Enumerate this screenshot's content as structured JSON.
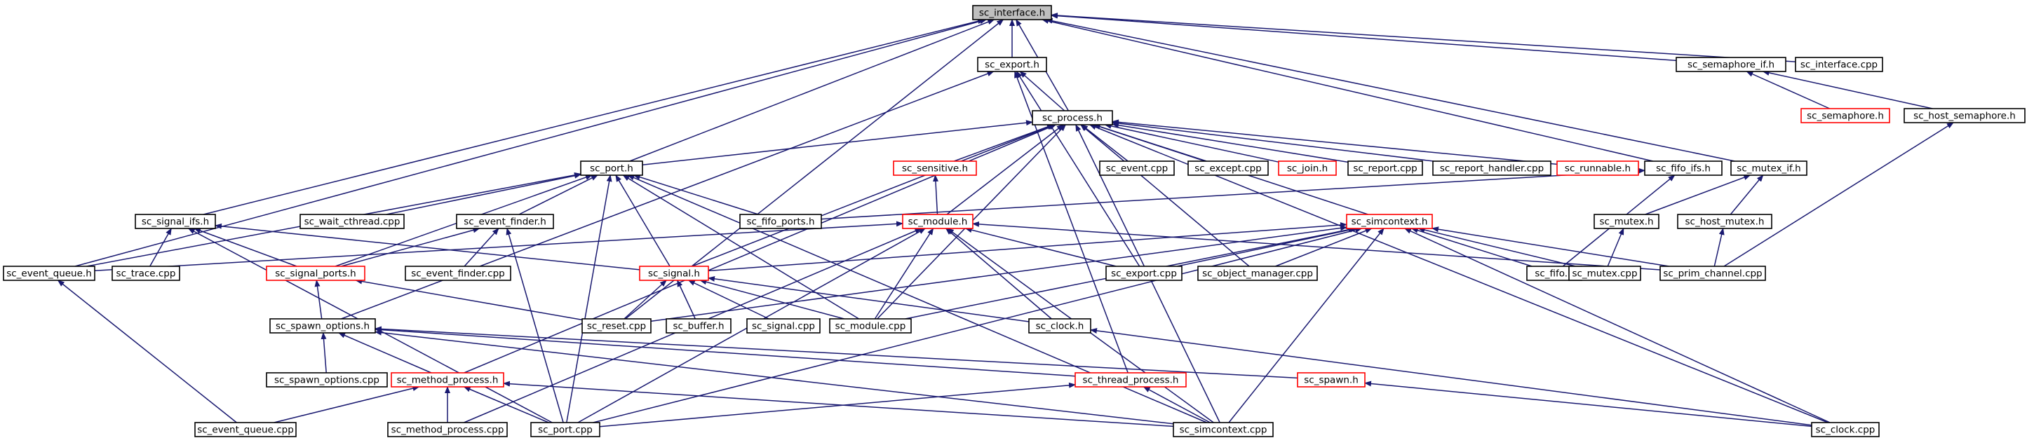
{
  "graph": {
    "root": "sc_interface.h",
    "colors": {
      "edge": "#191970",
      "node_border": "#000000",
      "incomplete_border": "#ff0000",
      "root_fill": "#bfbfbf",
      "background": "#ffffff"
    },
    "nodes": [
      {
        "id": "sc_interface_h",
        "label": "sc_interface.h",
        "style": "root"
      },
      {
        "id": "sc_export_h",
        "label": "sc_export.h",
        "style": "normal"
      },
      {
        "id": "sc_semaphore_if_h",
        "label": "sc_semaphore_if.h",
        "style": "normal"
      },
      {
        "id": "sc_interface_cpp",
        "label": "sc_interface.cpp",
        "style": "normal"
      },
      {
        "id": "sc_process_h",
        "label": "sc_process.h",
        "style": "normal"
      },
      {
        "id": "sc_semaphore_h",
        "label": "sc_semaphore.h",
        "style": "incomplete"
      },
      {
        "id": "sc_host_semaphore_h",
        "label": "sc_host_semaphore.h",
        "style": "normal"
      },
      {
        "id": "sc_port_h",
        "label": "sc_port.h",
        "style": "normal"
      },
      {
        "id": "sc_sensitive_h",
        "label": "sc_sensitive.h",
        "style": "incomplete"
      },
      {
        "id": "sc_event_cpp",
        "label": "sc_event.cpp",
        "style": "normal"
      },
      {
        "id": "sc_except_cpp",
        "label": "sc_except.cpp",
        "style": "normal"
      },
      {
        "id": "sc_join_h",
        "label": "sc_join.h",
        "style": "incomplete"
      },
      {
        "id": "sc_report_cpp",
        "label": "sc_report.cpp",
        "style": "normal"
      },
      {
        "id": "sc_report_handler_cpp",
        "label": "sc_report_handler.cpp",
        "style": "normal"
      },
      {
        "id": "sc_runnable_h",
        "label": "sc_runnable.h",
        "style": "incomplete"
      },
      {
        "id": "sc_fifo_ifs_h",
        "label": "sc_fifo_ifs.h",
        "style": "normal"
      },
      {
        "id": "sc_mutex_if_h",
        "label": "sc_mutex_if.h",
        "style": "normal"
      },
      {
        "id": "sc_signal_ifs_h",
        "label": "sc_signal_ifs.h",
        "style": "normal"
      },
      {
        "id": "sc_wait_cthread_cpp",
        "label": "sc_wait_cthread.cpp",
        "style": "normal"
      },
      {
        "id": "sc_event_finder_h",
        "label": "sc_event_finder.h",
        "style": "normal"
      },
      {
        "id": "sc_fifo_ports_h",
        "label": "sc_fifo_ports.h",
        "style": "normal"
      },
      {
        "id": "sc_module_h",
        "label": "sc_module.h",
        "style": "incomplete"
      },
      {
        "id": "sc_simcontext_h",
        "label": "sc_simcontext.h",
        "style": "incomplete"
      },
      {
        "id": "sc_mutex_h",
        "label": "sc_mutex.h",
        "style": "normal"
      },
      {
        "id": "sc_host_mutex_h",
        "label": "sc_host_mutex.h",
        "style": "normal"
      },
      {
        "id": "sc_event_queue_h",
        "label": "sc_event_queue.h",
        "style": "normal"
      },
      {
        "id": "sc_trace_cpp",
        "label": "sc_trace.cpp",
        "style": "normal"
      },
      {
        "id": "sc_signal_ports_h",
        "label": "sc_signal_ports.h",
        "style": "incomplete"
      },
      {
        "id": "sc_event_finder_cpp",
        "label": "sc_event_finder.cpp",
        "style": "normal"
      },
      {
        "id": "sc_signal_h",
        "label": "sc_signal.h",
        "style": "incomplete"
      },
      {
        "id": "sc_export_cpp",
        "label": "sc_export.cpp",
        "style": "normal"
      },
      {
        "id": "sc_object_manager_cpp",
        "label": "sc_object_manager.cpp",
        "style": "normal"
      },
      {
        "id": "sc_fifo_h",
        "label": "sc_fifo.h",
        "style": "normal"
      },
      {
        "id": "sc_mutex_cpp",
        "label": "sc_mutex.cpp",
        "style": "normal"
      },
      {
        "id": "sc_prim_channel_cpp",
        "label": "sc_prim_channel.cpp",
        "style": "normal"
      },
      {
        "id": "sc_spawn_options_h",
        "label": "sc_spawn_options.h",
        "style": "normal"
      },
      {
        "id": "sc_reset_cpp",
        "label": "sc_reset.cpp",
        "style": "normal"
      },
      {
        "id": "sc_buffer_h",
        "label": "sc_buffer.h",
        "style": "normal"
      },
      {
        "id": "sc_signal_cpp",
        "label": "sc_signal.cpp",
        "style": "normal"
      },
      {
        "id": "sc_module_cpp",
        "label": "sc_module.cpp",
        "style": "normal"
      },
      {
        "id": "sc_clock_h",
        "label": "sc_clock.h",
        "style": "normal"
      },
      {
        "id": "sc_spawn_options_cpp",
        "label": "sc_spawn_options.cpp",
        "style": "normal"
      },
      {
        "id": "sc_method_process_h",
        "label": "sc_method_process.h",
        "style": "incomplete"
      },
      {
        "id": "sc_thread_process_h",
        "label": "sc_thread_process.h",
        "style": "incomplete"
      },
      {
        "id": "sc_spawn_h",
        "label": "sc_spawn.h",
        "style": "incomplete"
      },
      {
        "id": "sc_event_queue_cpp",
        "label": "sc_event_queue.cpp",
        "style": "normal"
      },
      {
        "id": "sc_method_process_cpp",
        "label": "sc_method_process.cpp",
        "style": "normal"
      },
      {
        "id": "sc_port_cpp",
        "label": "sc_port.cpp",
        "style": "normal"
      },
      {
        "id": "sc_simcontext_cpp",
        "label": "sc_simcontext.cpp",
        "style": "normal"
      },
      {
        "id": "sc_clock_cpp",
        "label": "sc_clock.cpp",
        "style": "normal"
      }
    ],
    "edges": [
      {
        "from": "sc_export_h",
        "to": "sc_interface_h"
      },
      {
        "from": "sc_semaphore_if_h",
        "to": "sc_interface_h"
      },
      {
        "from": "sc_interface_cpp",
        "to": "sc_interface_h"
      },
      {
        "from": "sc_port_h",
        "to": "sc_interface_h"
      },
      {
        "from": "sc_fifo_ifs_h",
        "to": "sc_interface_h"
      },
      {
        "from": "sc_mutex_if_h",
        "to": "sc_interface_h"
      },
      {
        "from": "sc_signal_ifs_h",
        "to": "sc_interface_h"
      },
      {
        "from": "sc_event_queue_h",
        "to": "sc_interface_h"
      },
      {
        "from": "sc_reset_cpp",
        "to": "sc_interface_h"
      },
      {
        "from": "sc_process_h",
        "to": "sc_interface_h"
      },
      {
        "from": "sc_process_h",
        "to": "sc_export_h"
      },
      {
        "from": "sc_export_cpp",
        "to": "sc_export_h"
      },
      {
        "from": "sc_spawn_options_h",
        "to": "sc_export_h"
      },
      {
        "from": "sc_thread_process_h",
        "to": "sc_export_h"
      },
      {
        "from": "sc_semaphore_h",
        "to": "sc_semaphore_if_h"
      },
      {
        "from": "sc_host_semaphore_h",
        "to": "sc_semaphore_if_h"
      },
      {
        "from": "sc_prim_channel_cpp",
        "to": "sc_host_semaphore_h"
      },
      {
        "from": "sc_port_h",
        "to": "sc_process_h"
      },
      {
        "from": "sc_sensitive_h",
        "to": "sc_process_h"
      },
      {
        "from": "sc_event_cpp",
        "to": "sc_process_h"
      },
      {
        "from": "sc_except_cpp",
        "to": "sc_process_h"
      },
      {
        "from": "sc_join_h",
        "to": "sc_process_h"
      },
      {
        "from": "sc_report_cpp",
        "to": "sc_process_h"
      },
      {
        "from": "sc_report_handler_cpp",
        "to": "sc_process_h"
      },
      {
        "from": "sc_runnable_h",
        "to": "sc_process_h"
      },
      {
        "from": "sc_module_h",
        "to": "sc_process_h"
      },
      {
        "from": "sc_signal_h",
        "to": "sc_process_h"
      },
      {
        "from": "sc_module_cpp",
        "to": "sc_process_h"
      },
      {
        "from": "sc_method_process_h",
        "to": "sc_process_h"
      },
      {
        "from": "sc_simcontext_h",
        "to": "sc_process_h"
      },
      {
        "from": "sc_object_manager_cpp",
        "to": "sc_process_h"
      },
      {
        "from": "sc_clock_cpp",
        "to": "sc_process_h"
      },
      {
        "from": "sc_simcontext_cpp",
        "to": "sc_process_h"
      },
      {
        "from": "sc_wait_cthread_cpp",
        "to": "sc_port_h"
      },
      {
        "from": "sc_event_finder_h",
        "to": "sc_port_h"
      },
      {
        "from": "sc_fifo_ports_h",
        "to": "sc_port_h"
      },
      {
        "from": "sc_signal_h",
        "to": "sc_port_h"
      },
      {
        "from": "sc_signal_ports_h",
        "to": "sc_port_h"
      },
      {
        "from": "sc_event_queue_h",
        "to": "sc_port_h"
      },
      {
        "from": "sc_module_cpp",
        "to": "sc_port_h"
      },
      {
        "from": "sc_port_cpp",
        "to": "sc_port_h"
      },
      {
        "from": "sc_simcontext_cpp",
        "to": "sc_port_h"
      },
      {
        "from": "sc_module_h",
        "to": "sc_sensitive_h"
      },
      {
        "from": "sc_fifo_ports_h",
        "to": "sc_fifo_ifs_h"
      },
      {
        "from": "sc_fifo_h",
        "to": "sc_fifo_ifs_h"
      },
      {
        "from": "sc_mutex_h",
        "to": "sc_mutex_if_h"
      },
      {
        "from": "sc_host_mutex_h",
        "to": "sc_mutex_if_h"
      },
      {
        "from": "sc_mutex_cpp",
        "to": "sc_mutex_h"
      },
      {
        "from": "sc_prim_channel_cpp",
        "to": "sc_host_mutex_h"
      },
      {
        "from": "sc_trace_cpp",
        "to": "sc_signal_ifs_h"
      },
      {
        "from": "sc_signal_ports_h",
        "to": "sc_signal_ifs_h"
      },
      {
        "from": "sc_signal_h",
        "to": "sc_signal_ifs_h"
      },
      {
        "from": "sc_port_cpp",
        "to": "sc_signal_ifs_h"
      },
      {
        "from": "sc_signal_ports_h",
        "to": "sc_event_finder_h"
      },
      {
        "from": "sc_event_finder_cpp",
        "to": "sc_event_finder_h"
      },
      {
        "from": "sc_port_cpp",
        "to": "sc_event_finder_h"
      },
      {
        "from": "sc_spawn_options_h",
        "to": "sc_signal_ports_h"
      },
      {
        "from": "sc_reset_cpp",
        "to": "sc_signal_ports_h"
      },
      {
        "from": "sc_event_queue_h",
        "to": "sc_module_h"
      },
      {
        "from": "sc_export_cpp",
        "to": "sc_module_h"
      },
      {
        "from": "sc_module_cpp",
        "to": "sc_module_h"
      },
      {
        "from": "sc_clock_h",
        "to": "sc_module_h"
      },
      {
        "from": "sc_prim_channel_cpp",
        "to": "sc_module_h"
      },
      {
        "from": "sc_method_process_cpp",
        "to": "sc_module_h"
      },
      {
        "from": "sc_port_cpp",
        "to": "sc_module_h"
      },
      {
        "from": "sc_simcontext_cpp",
        "to": "sc_module_h"
      },
      {
        "from": "sc_signal_h",
        "to": "sc_simcontext_h"
      },
      {
        "from": "sc_export_cpp",
        "to": "sc_simcontext_h"
      },
      {
        "from": "sc_object_manager_cpp",
        "to": "sc_simcontext_h"
      },
      {
        "from": "sc_fifo_h",
        "to": "sc_simcontext_h"
      },
      {
        "from": "sc_mutex_cpp",
        "to": "sc_simcontext_h"
      },
      {
        "from": "sc_prim_channel_cpp",
        "to": "sc_simcontext_h"
      },
      {
        "from": "sc_module_cpp",
        "to": "sc_simcontext_h"
      },
      {
        "from": "sc_reset_cpp",
        "to": "sc_simcontext_h"
      },
      {
        "from": "sc_clock_cpp",
        "to": "sc_simcontext_h"
      },
      {
        "from": "sc_port_cpp",
        "to": "sc_simcontext_h"
      },
      {
        "from": "sc_simcontext_cpp",
        "to": "sc_simcontext_h"
      },
      {
        "from": "sc_reset_cpp",
        "to": "sc_signal_h"
      },
      {
        "from": "sc_buffer_h",
        "to": "sc_signal_h"
      },
      {
        "from": "sc_signal_cpp",
        "to": "sc_signal_h"
      },
      {
        "from": "sc_module_cpp",
        "to": "sc_signal_h"
      },
      {
        "from": "sc_clock_h",
        "to": "sc_signal_h"
      },
      {
        "from": "sc_clock_cpp",
        "to": "sc_clock_h"
      },
      {
        "from": "sc_event_queue_cpp",
        "to": "sc_event_queue_h"
      },
      {
        "from": "sc_spawn_options_cpp",
        "to": "sc_spawn_options_h"
      },
      {
        "from": "sc_method_process_h",
        "to": "sc_spawn_options_h"
      },
      {
        "from": "sc_thread_process_h",
        "to": "sc_spawn_options_h"
      },
      {
        "from": "sc_spawn_h",
        "to": "sc_spawn_options_h"
      },
      {
        "from": "sc_simcontext_cpp",
        "to": "sc_spawn_options_h"
      },
      {
        "from": "sc_event_queue_cpp",
        "to": "sc_method_process_h"
      },
      {
        "from": "sc_method_process_cpp",
        "to": "sc_method_process_h"
      },
      {
        "from": "sc_port_cpp",
        "to": "sc_method_process_h"
      },
      {
        "from": "sc_simcontext_cpp",
        "to": "sc_method_process_h"
      },
      {
        "from": "sc_port_cpp",
        "to": "sc_thread_process_h"
      },
      {
        "from": "sc_simcontext_cpp",
        "to": "sc_thread_process_h"
      },
      {
        "from": "sc_clock_cpp",
        "to": "sc_spawn_h"
      }
    ]
  }
}
